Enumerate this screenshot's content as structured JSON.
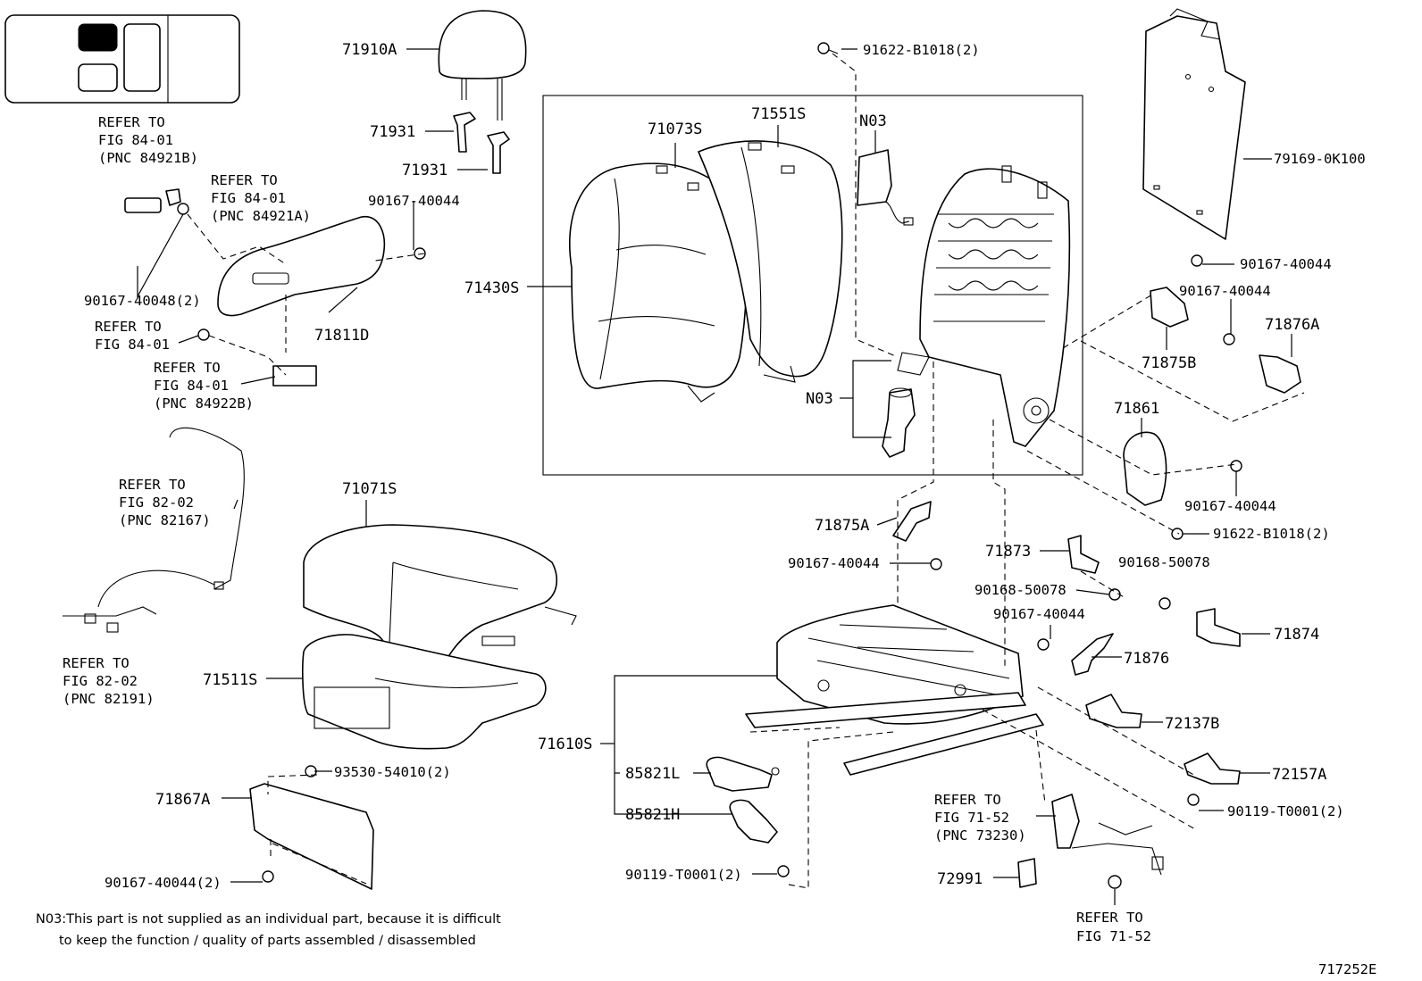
{
  "diagram_id": "717252E",
  "footnote": {
    "line1": "N03:This part is not supplied as an individual part, because it is difficult",
    "line2": "to keep the function / quality of parts assembled / disassembled"
  },
  "labels": {
    "p71910A": "71910A",
    "p71931a": "71931",
    "p71931b": "71931",
    "p91622_top": "91622-B1018(2)",
    "pN03_top": "N03",
    "p71073S": "71073S",
    "p71551S": "71551S",
    "p79169": "79169-0K100",
    "p90167_r1": "90167-40044",
    "p90167_r2": "90167-40044",
    "p71876A": "71876A",
    "p71875B": "71875B",
    "p71430S": "71430S",
    "pN03_mid": "N03",
    "p71861": "71861",
    "p90167_r3": "90167-40044",
    "p91622_r": "91622-B1018(2)",
    "p90167_40044_L": "90167-40044",
    "p90167_40048": "90167-40048(2)",
    "p71811D": "71811D",
    "p71071S": "71071S",
    "p71511S": "71511S",
    "p71875A": "71875A",
    "p90167_c1": "90167-40044",
    "p71873": "71873",
    "p90168_a": "90168-50078",
    "p90168_b": "90168-50078",
    "p90167_c2": "90167-40044",
    "p71874": "71874",
    "p71876": "71876",
    "p72137B": "72137B",
    "p72157A": "72157A",
    "p71610S": "71610S",
    "p85821L": "85821L",
    "p85821H": "85821H",
    "p90119_r": "90119-T0001(2)",
    "p90119_c": "90119-T0001(2)",
    "p72991": "72991",
    "p71867A": "71867A",
    "p93530": "93530-54010(2)",
    "p90167_b": "90167-40044(2)"
  },
  "refs": {
    "r1": [
      "REFER TO",
      "FIG 84-01",
      "(PNC 84921B)"
    ],
    "r2": [
      "REFER TO",
      "FIG 84-01",
      "(PNC 84921A)"
    ],
    "r3": [
      "REFER TO",
      "FIG 84-01"
    ],
    "r4": [
      "REFER TO",
      "FIG 84-01",
      "(PNC 84922B)"
    ],
    "r5": [
      "REFER TO",
      "FIG 82-02",
      "(PNC 82167)"
    ],
    "r6": [
      "REFER TO",
      "FIG 82-02",
      "(PNC 82191)"
    ],
    "r7": [
      "REFER TO",
      "FIG 71-52",
      "(PNC 73230)"
    ],
    "r8": [
      "REFER TO",
      "FIG 71-52"
    ]
  }
}
